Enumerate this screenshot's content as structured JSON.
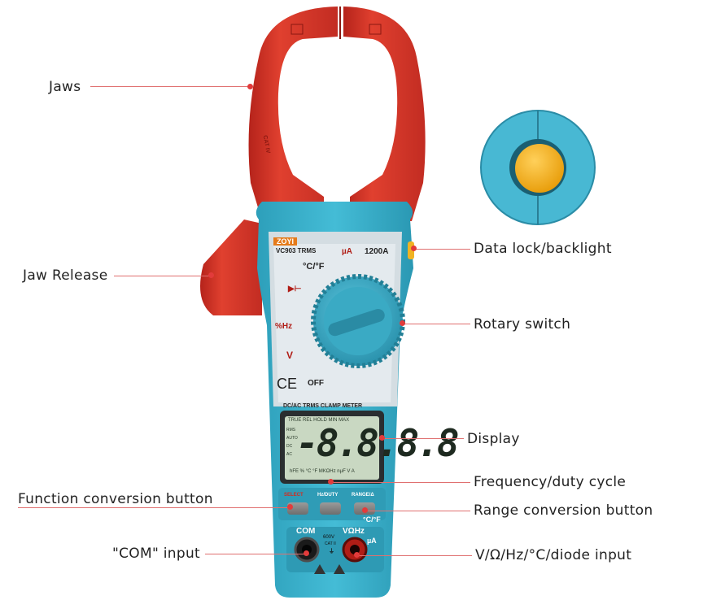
{
  "labels": {
    "jaws": "Jaws",
    "jaw_release": "Jaw Release",
    "data_lock": "Data lock/backlight",
    "rotary_switch": "Rotary switch",
    "display": "Display",
    "frequency": "Frequency/duty cycle",
    "function_button": "Function conversion button",
    "range_button": "Range conversion button",
    "com_input": "\"COM\" input",
    "v_input": "V/Ω/Hz/°C/diode input"
  },
  "meter": {
    "brand": "ZOYI",
    "model": "VC903 TRMS",
    "jaw_marking": "CAT IV",
    "range_ua": "µA",
    "range_a": "1200A",
    "temp": "°C/°F",
    "pct_hz": "%Hz",
    "volt": "V",
    "ce": "CE",
    "off": "OFF",
    "title": "DC/AC TRMS CLAMP METER",
    "lcd_top": "TRUE  REL HOLD  MIN MAX",
    "lcd_left": [
      "RMS",
      "AUTO",
      "DC",
      "AC"
    ],
    "lcd_digits": "-8.8.8.8",
    "lcd_bottom": "hFE % °C °F MKΩHz nµF V A",
    "btn_select": "SELECT",
    "btn_hz": "Hz/DUTY",
    "btn_range": "RANGE/Δ",
    "com": "COM",
    "voltage_rating": "600V",
    "cat": "CAT II",
    "v_jack": "VΩHz",
    "temp_jack": "°C/°F",
    "ua_jack": "µA"
  },
  "colors": {
    "jaw_red": "#d8362a",
    "body_teal": "#3fb5cf",
    "face_gray": "#dfe6ea",
    "lcd_green": "#c9d8c2",
    "knob_yellow": "#f6b21f",
    "leader": "#e23b3b"
  },
  "icons": [
    "lightning-icon",
    "diode-icon",
    "capacitor-icon",
    "beeper-icon",
    "warning-icon",
    "ground-icon"
  ]
}
